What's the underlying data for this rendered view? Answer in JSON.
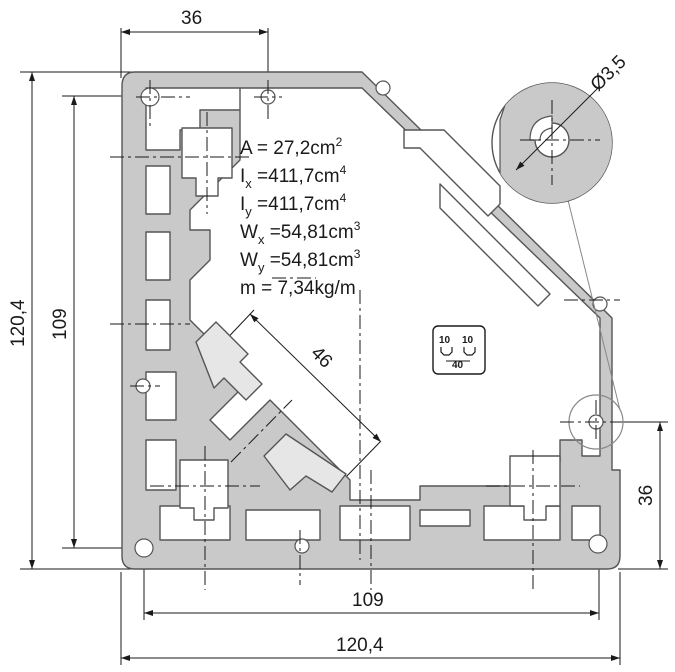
{
  "dimensions": {
    "top_width": "36",
    "left_outer_height": "120,4",
    "left_inner_height": "109",
    "diagonal": "46",
    "right_height": "36",
    "bottom_inner_width": "109",
    "bottom_outer_width": "120,4",
    "hole_diameter": "Ø3,5"
  },
  "properties": [
    {
      "sym": "A",
      "sub": "",
      "val": " =   27,2",
      "unit": "cm",
      "exp": "2"
    },
    {
      "sym": "I",
      "sub": "x",
      "val": " =411,7",
      "unit": "cm",
      "exp": "4"
    },
    {
      "sym": "I",
      "sub": "y",
      "val": " =411,7",
      "unit": "cm",
      "exp": "4"
    },
    {
      "sym": "W",
      "sub": "x",
      "val": " =54,81",
      "unit": "cm",
      "exp": "3"
    },
    {
      "sym": "W",
      "sub": "y",
      "val": " =54,81",
      "unit": "cm",
      "exp": "3"
    },
    {
      "sym": "m",
      "sub": "",
      "val": "  =   7,34",
      "unit": "kg/m",
      "exp": ""
    }
  ],
  "badge": {
    "left": "10",
    "right": "10",
    "bottom": "40"
  },
  "colors": {
    "profile_fill": "#c9c9c9",
    "profile_stroke": "#555555",
    "line": "#1a1a1a",
    "background": "#ffffff"
  }
}
